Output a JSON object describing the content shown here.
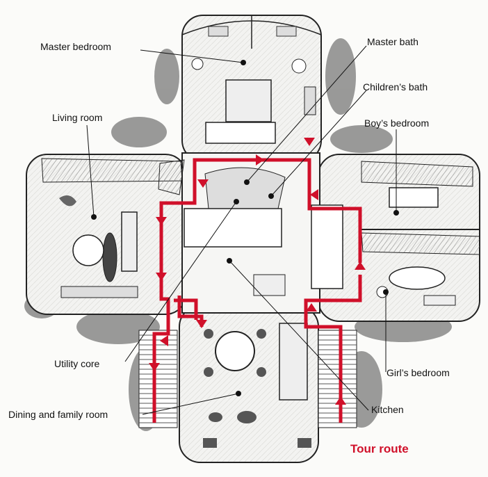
{
  "labels": {
    "master_bedroom": "Master bedroom",
    "living_room": "Living room",
    "utility_core": "Utility core",
    "dining_family_room": "Dining and family room",
    "master_bath": "Master bath",
    "childrens_bath": "Children’s bath",
    "boys_bedroom": "Boy’s bedroom",
    "girls_bedroom": "Girl’s bedroom",
    "kitchen": "Kitchen"
  },
  "legend": {
    "tour_route": "Tour route"
  },
  "colors": {
    "route": "#d0102a",
    "ink": "#222222",
    "foliage": "#3a3a3a"
  }
}
